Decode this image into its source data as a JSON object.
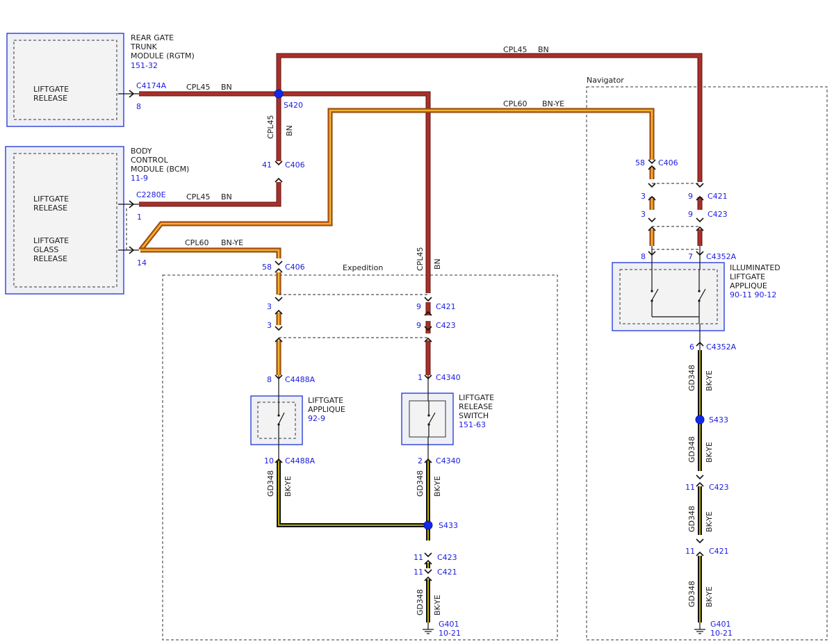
{
  "modules": {
    "rgtm": {
      "name_lines": [
        "REAR GATE",
        "TRUNK",
        "MODULE (RGTM)"
      ],
      "ref": "151-32",
      "inner_lines": [
        "LIFTGATE",
        "RELEASE"
      ],
      "connector": "C4174A",
      "pin": "8"
    },
    "bcm": {
      "name_lines": [
        "BODY",
        "CONTROL",
        "MODULE (BCM)"
      ],
      "ref": "11-9",
      "release_lines": [
        "LIFTGATE",
        "RELEASE"
      ],
      "glass_lines": [
        "LIFTGATE",
        "GLASS",
        "RELEASE"
      ],
      "connector": "C2280E",
      "pin_release": "1",
      "pin_glass": "14"
    },
    "liftgate_applique": {
      "name_lines": [
        "LIFTGATE",
        "APPLIQUE"
      ],
      "ref": "92-9"
    },
    "liftgate_release_switch": {
      "name_lines": [
        "LIFTGATE",
        "RELEASE",
        "SWITCH"
      ],
      "ref": "151-63"
    },
    "illuminated_applique": {
      "name_lines": [
        "ILLUMINATED",
        "LIFTGATE",
        "APPLIQUE"
      ],
      "ref": "90-11   90-12"
    }
  },
  "regions": {
    "expedition": "Expedition",
    "navigator": "Navigator"
  },
  "wires": {
    "cpl45": {
      "circuit": "CPL45",
      "color": "BN"
    },
    "cpl60": {
      "circuit": "CPL60",
      "color": "BN-YE"
    },
    "gd348": {
      "circuit": "GD348",
      "color": "BK-YE"
    }
  },
  "splices": {
    "s420": "S420",
    "s433_exp": "S433",
    "s433_nav": "S433"
  },
  "grounds": {
    "exp": {
      "name": "G401",
      "ref": "10-21"
    },
    "nav": {
      "name": "G401",
      "ref": "10-21"
    }
  },
  "connectors": {
    "c406_top": {
      "pin": "41",
      "name": "C406"
    },
    "c406_exp": {
      "pin": "58",
      "name": "C406"
    },
    "exp_c421_left": {
      "pin": "3"
    },
    "exp_c423_left": {
      "pin": "3"
    },
    "exp_c421_right": {
      "pin": "9",
      "name": "C421"
    },
    "exp_c423_right": {
      "pin": "9",
      "name": "C423"
    },
    "c4488a_top": {
      "pin": "8",
      "name": "C4488A"
    },
    "c4488a_bot": {
      "pin": "10",
      "name": "C4488A"
    },
    "c4340_top": {
      "pin": "1",
      "name": "C4340"
    },
    "c4340_bot": {
      "pin": "2",
      "name": "C4340"
    },
    "exp_c423_gnd": {
      "pin": "11",
      "name": "C423"
    },
    "exp_c421_gnd": {
      "pin": "11",
      "name": "C421"
    },
    "nav_c406": {
      "pin": "58",
      "name": "C406"
    },
    "nav_c421_left": {
      "pin": "3"
    },
    "nav_c423_left": {
      "pin": "3"
    },
    "nav_c421_right": {
      "pin": "9",
      "name": "C421"
    },
    "nav_c423_right": {
      "pin": "9",
      "name": "C423"
    },
    "c4352a_left": {
      "pin": "8"
    },
    "c4352a_right": {
      "pin": "7",
      "name": "C4352A"
    },
    "c4352a_bot": {
      "pin": "6",
      "name": "C4352A"
    },
    "nav_c423_gnd": {
      "pin": "11",
      "name": "C423"
    },
    "nav_c421_gnd": {
      "pin": "11",
      "name": "C421"
    }
  },
  "colors": {
    "bn": "#a8302a",
    "bn_ye": "#c6661a",
    "bk_ye": "#e8d400",
    "splice": "#1428e8",
    "module_border": "#2b3fd8",
    "ref_text": "#1a1ae0"
  }
}
